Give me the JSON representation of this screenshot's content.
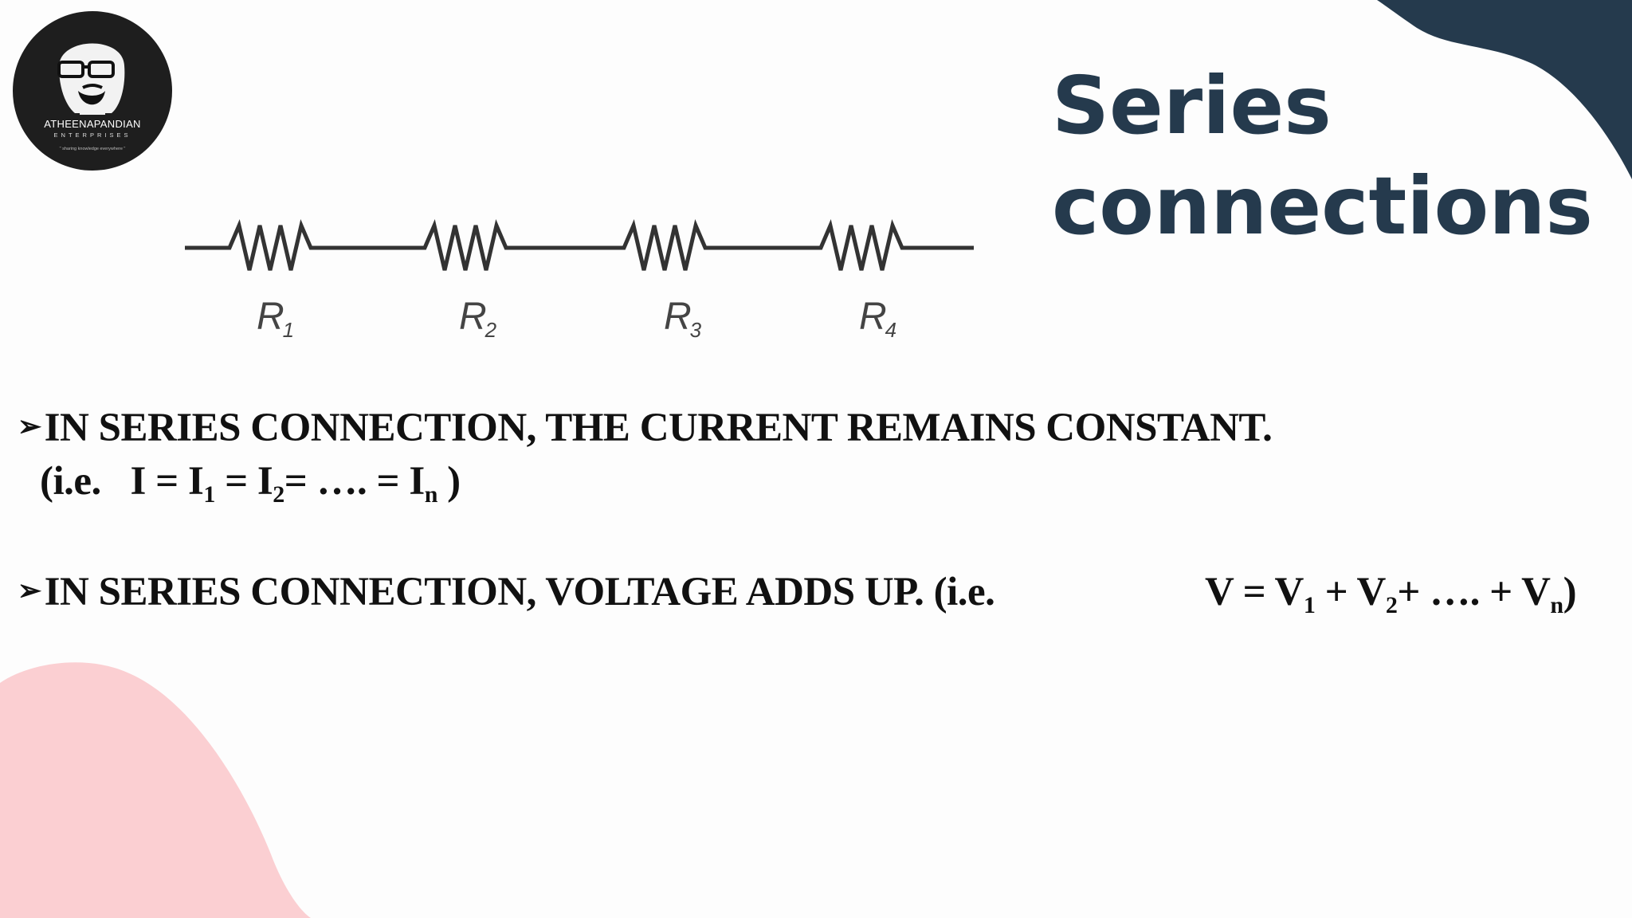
{
  "logo": {
    "name": "ATHEENAPANDIAN",
    "subtitle": "ENTERPRISES",
    "tagline": "\" sharing knowledge everywhere \""
  },
  "title": {
    "line1": "Series",
    "line2": "connections"
  },
  "circuit": {
    "resistors": [
      {
        "letter": "R",
        "index": "1"
      },
      {
        "letter": "R",
        "index": "2"
      },
      {
        "letter": "R",
        "index": "3"
      },
      {
        "letter": "R",
        "index": "4"
      }
    ]
  },
  "bullets": {
    "arrow": "➢",
    "current": {
      "text": "IN SERIES CONNECTION, THE CURRENT REMAINS  CONSTANT.",
      "eq_open": "(i.e.",
      "eq": [
        "I = I",
        "1",
        " = I",
        "2",
        "= …. = I",
        "n",
        " )"
      ]
    },
    "voltage": {
      "text": "IN SERIES CONNECTION, VOLTAGE ADDS UP.  (i.e.",
      "eq": [
        "V = V",
        "1",
        " + V",
        "2",
        "+ …. + V",
        "n",
        ")"
      ]
    }
  },
  "colors": {
    "navy": "#253a4d",
    "pink": "#fbcfd2"
  }
}
